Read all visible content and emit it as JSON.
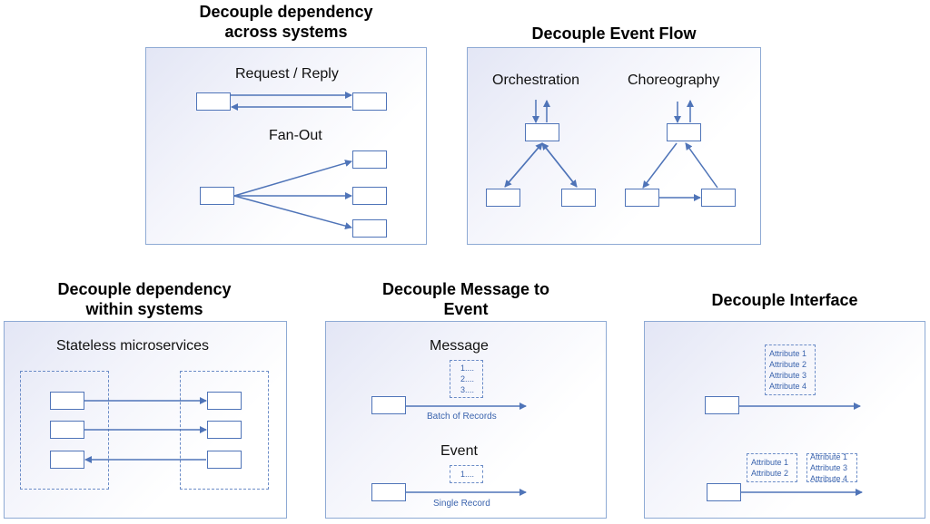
{
  "panels": {
    "across": {
      "title": "Decouple dependency\nacross systems",
      "request_reply_label": "Request / Reply",
      "fan_out_label": "Fan-Out"
    },
    "event_flow": {
      "title": "Decouple Event Flow",
      "orchestration_label": "Orchestration",
      "choreography_label": "Choreography"
    },
    "within": {
      "title": "Decouple dependency\nwithin systems",
      "stateless_label": "Stateless microservices"
    },
    "message_event": {
      "title": "Decouple Message to\nEvent",
      "message_label": "Message",
      "message_items": "1....\n2....\n3....",
      "batch_label": "Batch of Records",
      "event_label": "Event",
      "event_items": "1....",
      "single_label": "Single Record"
    },
    "interface": {
      "title": "Decouple Interface",
      "attrs_full": "Attribute 1\nAttribute 2\nAttribute 3\nAttribute 4",
      "attrs_left": "Attribute 1\nAttribute 2",
      "attrs_right": "Attribute 1\nAttribute 3\nAttribute 4"
    }
  },
  "colors": {
    "line": "#4f74b8",
    "border": "#8eaad4"
  }
}
